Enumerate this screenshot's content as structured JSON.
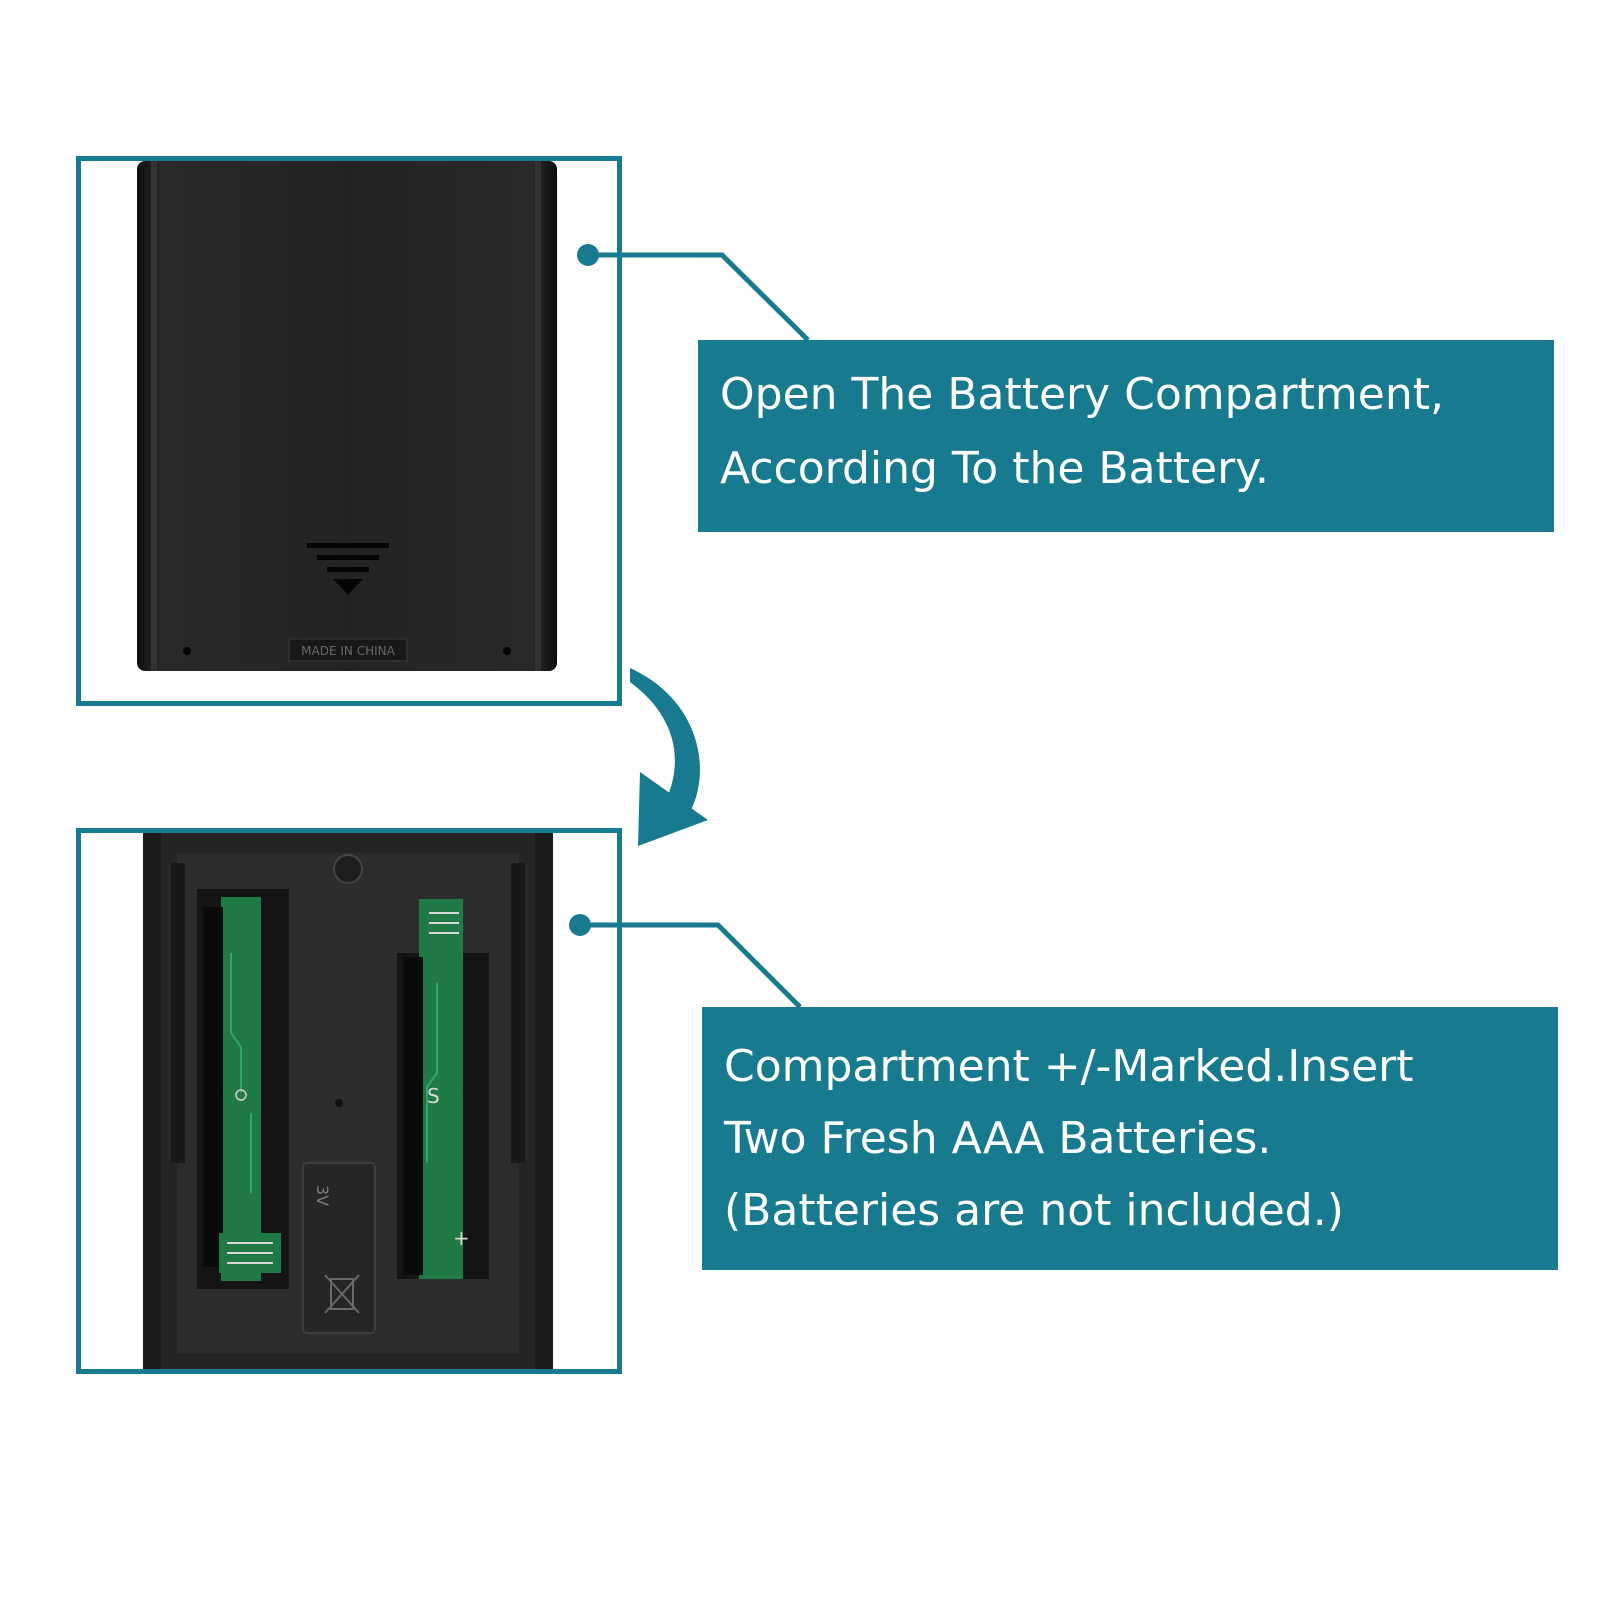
{
  "steps": [
    {
      "text_lines": [
        "Open The Battery Compartment,",
        "According To the Battery."
      ]
    },
    {
      "text_lines": [
        "Compartment +/-Marked.Insert",
        "Two Fresh AAA Batteries.",
        "(Batteries are not included.)"
      ]
    }
  ],
  "cover_label": "MADE IN CHINA",
  "compartment_label": "3V",
  "colors": {
    "accent": "#177a8e",
    "remote_body": "#1e1e1e",
    "pcb": "#1f7a45"
  },
  "icons": [
    "slide-down-icon",
    "curved-arrow-icon",
    "recycle-bin-crossed-icon"
  ]
}
